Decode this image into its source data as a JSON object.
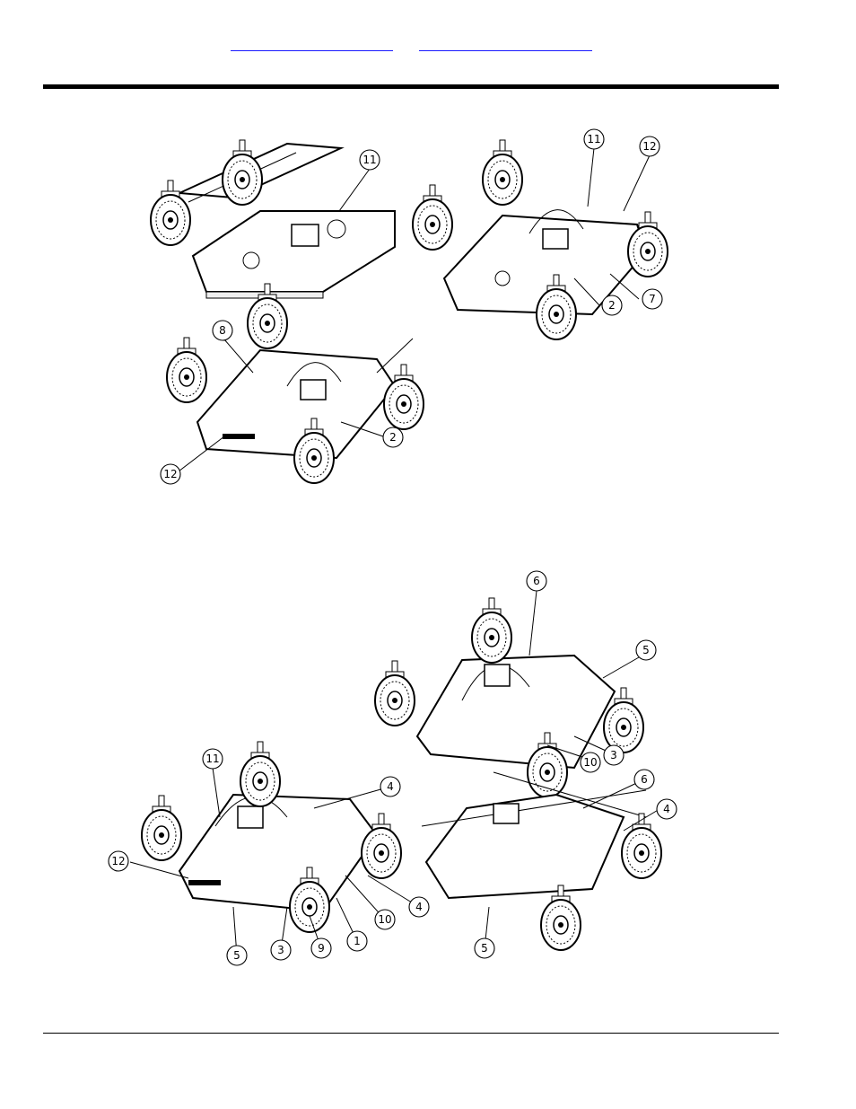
{
  "header": {
    "links": [
      {
        "label": ""
      },
      {
        "label": ""
      }
    ]
  },
  "figure": {
    "callouts": [
      "11",
      "12",
      "2",
      "7",
      "11",
      "8",
      "2",
      "12",
      "6",
      "5",
      "3",
      "10",
      "11",
      "12",
      "4",
      "4",
      "5",
      "3",
      "9",
      "1",
      "10",
      "6",
      "4",
      "5"
    ]
  }
}
